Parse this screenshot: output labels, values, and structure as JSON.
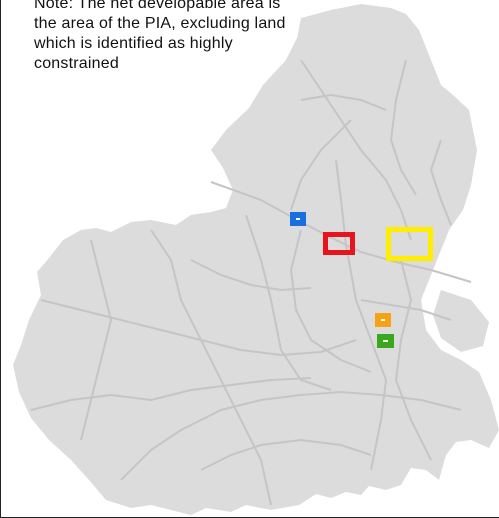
{
  "note": {
    "text": "Note: The net developable area is the area of the PIA, excluding land which is identified as highly constrained"
  },
  "map": {
    "region_fill": "#dcdcdc",
    "road_color": "#c5c5c5",
    "markers": [
      {
        "name": "blue-site-marker",
        "color": "#1a6fe0",
        "style": "filled"
      },
      {
        "name": "red-site-marker",
        "color": "#e8141b",
        "style": "outline"
      },
      {
        "name": "yellow-site-marker",
        "color": "#ffee00",
        "style": "outline"
      },
      {
        "name": "orange-site-marker",
        "color": "#f5a214",
        "style": "filled"
      },
      {
        "name": "green-site-marker",
        "color": "#3aa81e",
        "style": "filled"
      }
    ]
  }
}
